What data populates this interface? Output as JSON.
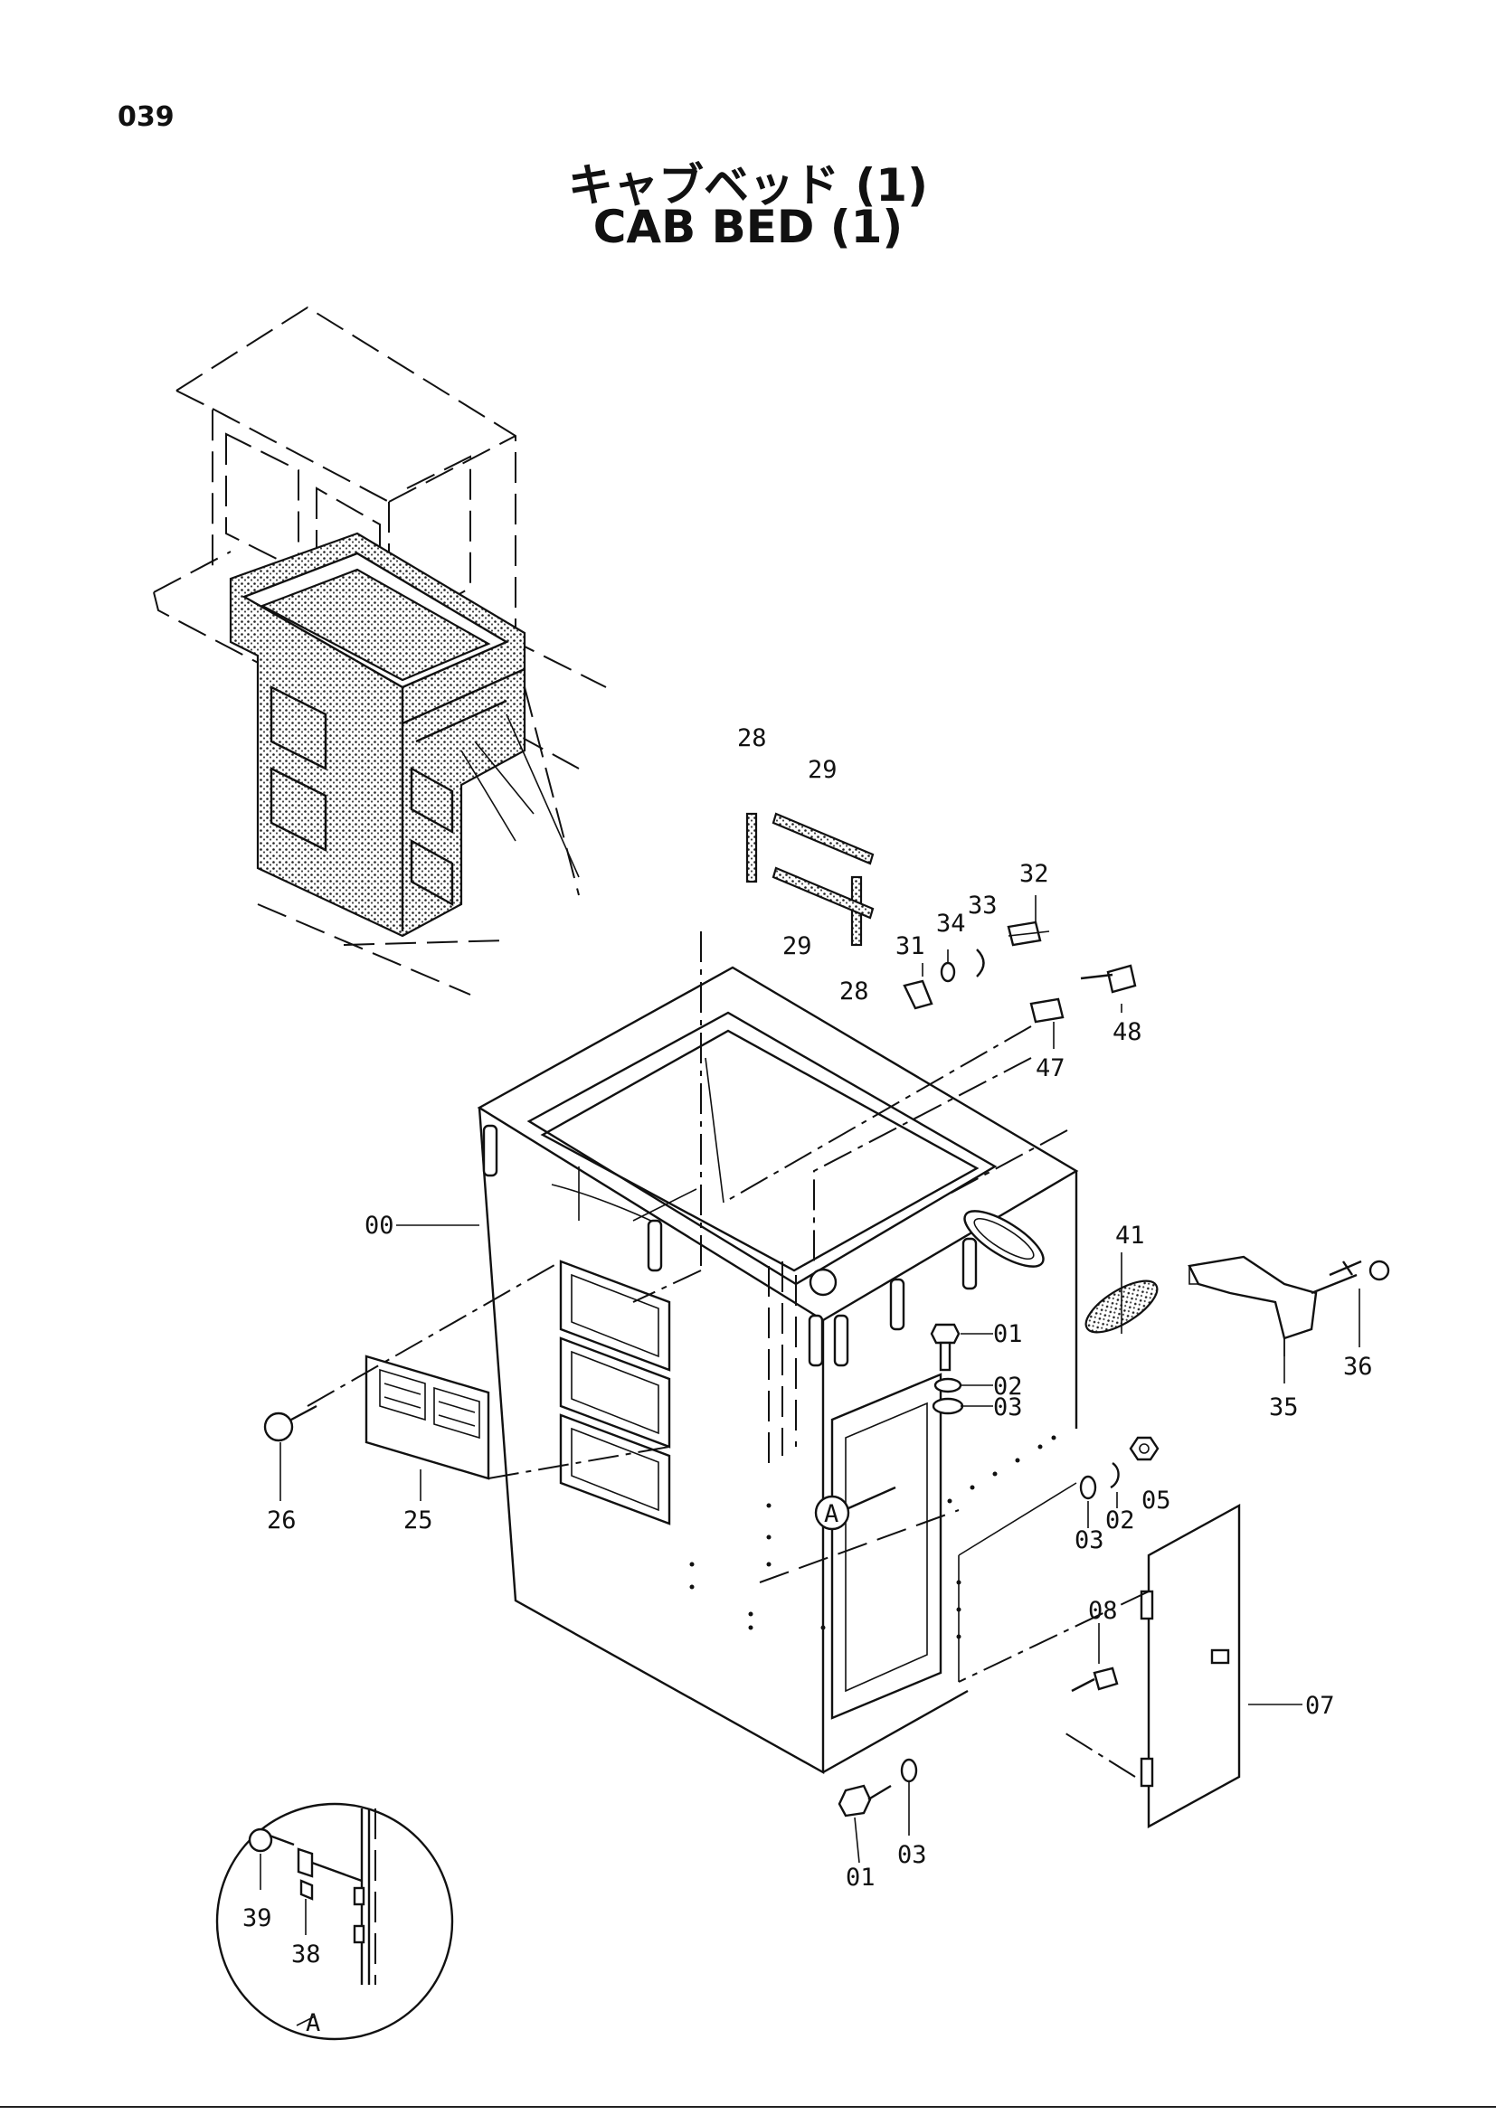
{
  "page": {
    "number": "039"
  },
  "title": {
    "japanese": "キャブベッド (1)",
    "english": "CAB BED (1)"
  },
  "callouts": {
    "p00": "00",
    "p01a": "01",
    "p02a": "02",
    "p03a": "03",
    "p02b": "02",
    "p03b": "03",
    "p05": "05",
    "p01b": "01",
    "p03c": "03",
    "p07": "07",
    "p08": "08",
    "p25": "25",
    "p26": "26",
    "p28a": "28",
    "p28b": "28",
    "p29a": "29",
    "p29b": "29",
    "p31": "31",
    "p32": "32",
    "p33": "33",
    "p34": "34",
    "p35": "35",
    "p36": "36",
    "p38": "38",
    "p39": "39",
    "p41": "41",
    "p47": "47",
    "p48": "48",
    "detail_ref": "A",
    "detail_label": "A"
  }
}
